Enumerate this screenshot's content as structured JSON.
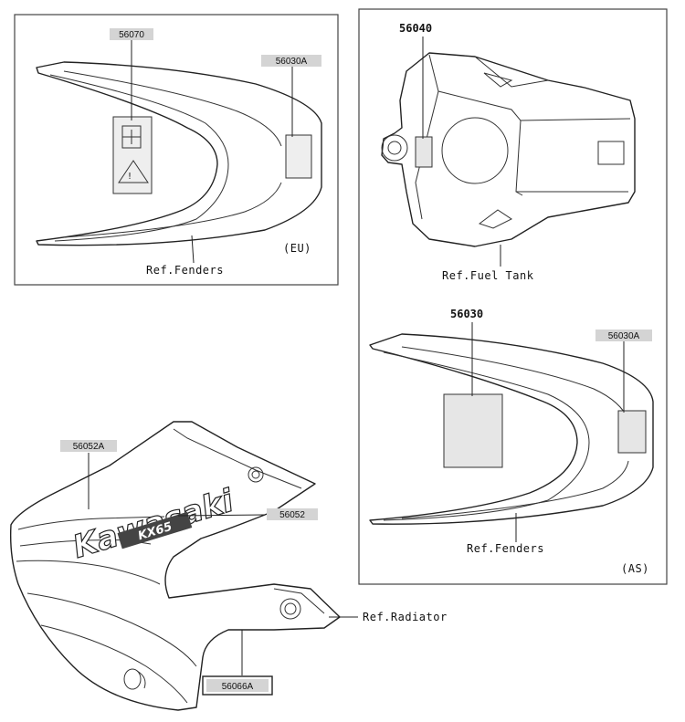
{
  "labels": {
    "eu_sticker_a": "56070",
    "eu_sticker_b": "56030A",
    "eu_ref": "Ref.Fenders",
    "eu_region": "(EU)",
    "tank_sticker": "56040",
    "tank_ref": "Ref.Fuel Tank",
    "as_sticker_a": "56030",
    "as_sticker_b": "56030A",
    "as_ref": "Ref.Fenders",
    "as_region": "(AS)",
    "shroud_logo_label": "56052A",
    "shroud_model_label": "56052",
    "shroud_ref": "Ref.Radiator",
    "shroud_bottom_label": "56066A",
    "brand_logo": "Kawasaki",
    "model_logo": "KX65"
  }
}
